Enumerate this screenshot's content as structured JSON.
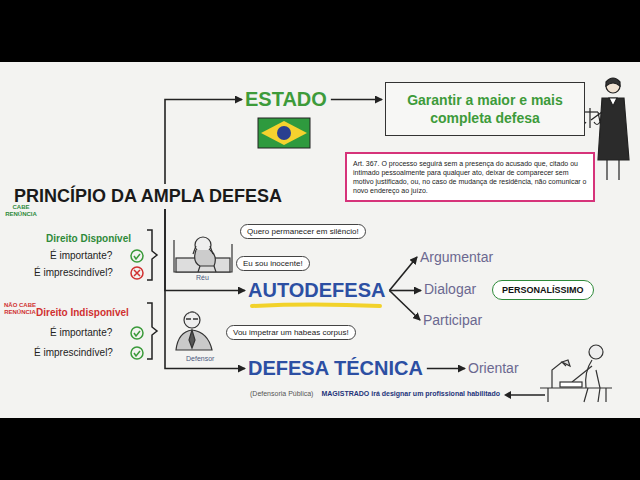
{
  "diagram": {
    "nodes": [
      {
        "text": [
          "ESTADO"
        ]
      },
      {
        "text": [
          "Garantir a maior e mais completa defesa"
        ]
      },
      {
        "text": [
          "Art. 367. O processo seguirá sem a presença do acusado que, citado ou intimado pessoalmente para qualquer ato, deixar de comparecer sem motivo justificado, ou, no caso de mudança de residência, não comunicar o novo endereço ao juízo."
        ]
      },
      {
        "text": [
          "PRINCÍPIO DA AMPLA DEFESA"
        ]
      },
      {
        "text": [
          "Quero permanecer em silêncio!"
        ]
      },
      {
        "text": [
          "Eu sou inocente!"
        ]
      },
      {
        "text": [
          "AUTODEFESA"
        ]
      },
      {
        "text": [
          "Argumentar"
        ]
      },
      {
        "text": [
          "Dialogar"
        ]
      },
      {
        "text": [
          "PERSONALÍSSIMO"
        ]
      },
      {
        "text": [
          "Participar"
        ]
      },
      {
        "text": [
          "Vou impetrar um habeas corpus!"
        ]
      },
      {
        "text": [
          "DEFESA TÉCNICA"
        ]
      },
      {
        "text": [
          "Orientar"
        ]
      }
    ],
    "edges": [
      {
        "from": 3,
        "to": 0,
        "arrow": "to"
      },
      {
        "from": 0,
        "to": 1,
        "arrow": "to"
      },
      {
        "from": 3,
        "to": 6,
        "arrow": "to"
      },
      {
        "from": 3,
        "to": 12,
        "arrow": "to"
      },
      {
        "from": 6,
        "to": 7,
        "arrow": "to"
      },
      {
        "from": 6,
        "to": 8,
        "arrow": "to"
      },
      {
        "from": 6,
        "to": 10,
        "arrow": "to"
      },
      {
        "from": 12,
        "to": 13,
        "arrow": "to"
      }
    ],
    "labels": [
      "CABE RENÚNCIA",
      "Direito Disponível",
      "É importante?",
      "É imprescindível?",
      "NÃO CABE RENÚNCIA",
      "Direito Indisponível",
      "É importante?",
      "É imprescindível?",
      "Réu",
      "Defensor",
      "(Defensoria Pública)",
      "MAGISTRADO irá designar um profissional habilitado"
    ]
  }
}
